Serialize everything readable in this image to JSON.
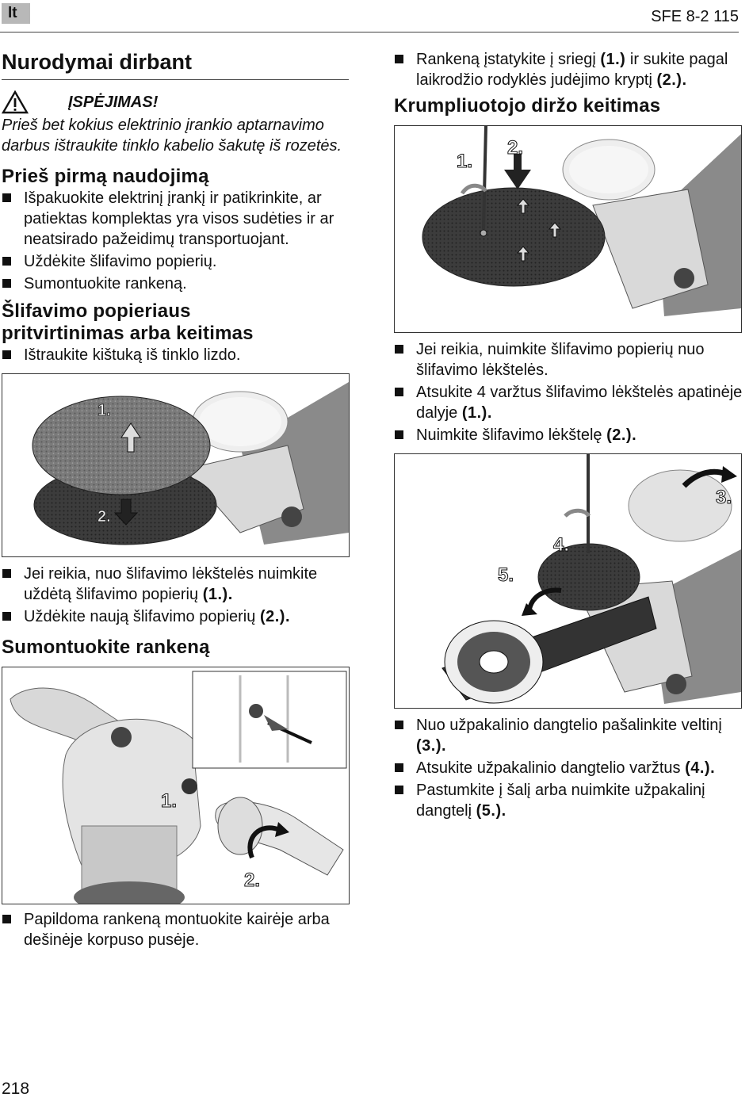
{
  "header": {
    "lang_badge": "lt",
    "doc_id": "SFE 8-2 115"
  },
  "left": {
    "section_title": "Nurodymai dirbant",
    "warning": {
      "title": "ĮSPĖJIMAS!",
      "text": "Prieš bet kokius elektrinio įrankio aptarnavimo darbus ištraukite tinklo kabelio šakutę iš rozetės."
    },
    "first_use": {
      "title": "Prieš pirmą naudojimą",
      "items": [
        "Išpakuokite elektrinį įrankį ir patikrinkite, ar patiektas komplektas yra visos sudėties ir ar neatsirado pažeidimų transportuojant.",
        "Uždėkite šlifavimo popierių.",
        "Sumontuokite rankeną."
      ]
    },
    "paper": {
      "title": "Šlifavimo popieriaus pritvirtinimas arba keitimas",
      "items_before": [
        "Ištraukite kištuką iš tinklo lizdo."
      ],
      "fig_labels": [
        "1.",
        "2."
      ],
      "items_after": [
        "Jei reikia, nuo šlifavimo lėkštelės nuimkite uždėtą šlifavimo popierių",
        "Uždėkite naują šlifavimo popierių"
      ],
      "refs": [
        "(1.).",
        "(2.)."
      ]
    },
    "handle": {
      "title": "Sumontuokite rankeną",
      "fig_labels": [
        "1.",
        "2."
      ],
      "items": [
        "Papildoma rankeną montuokite kairėje arba dešinėje korpuso pusėje."
      ]
    }
  },
  "right": {
    "top_items": [
      "Rankeną įstatykite į sriegį",
      "ir sukite pagal laikrodžio rodyklės judėjimo kryptį"
    ],
    "top_refs": [
      "(1.)",
      "(2.)."
    ],
    "belt": {
      "title": "Krumpliuotojo diržo keitimas",
      "fig1_labels": [
        "1.",
        "2."
      ],
      "items": [
        {
          "text": "Jei reikia, nuimkite šlifavimo popierių nuo šlifavimo lėkštelės.",
          "ref": ""
        },
        {
          "text": "Atsukite 4 varžtus šlifavimo lėkštelės apatinėje dalyje",
          "ref": "(1.)."
        },
        {
          "text": "Nuimkite šlifavimo lėkštelę",
          "ref": "(2.)."
        }
      ],
      "fig2_labels": [
        "3.",
        "4.",
        "5."
      ],
      "items2": [
        {
          "text": "Nuo užpakalinio dangtelio pašalinkite veltinį",
          "ref": "(3.)."
        },
        {
          "text": "Atsukite užpakalinio dangtelio varžtus",
          "ref": "(4.)."
        },
        {
          "text": "Pastumkite į šalį arba nuimkite užpakalinį dangtelį",
          "ref": "(5.)."
        }
      ]
    }
  },
  "footer": {
    "page_number": "218"
  },
  "icons": [
    "warning-triangle-icon",
    "bullet-square-icon"
  ]
}
